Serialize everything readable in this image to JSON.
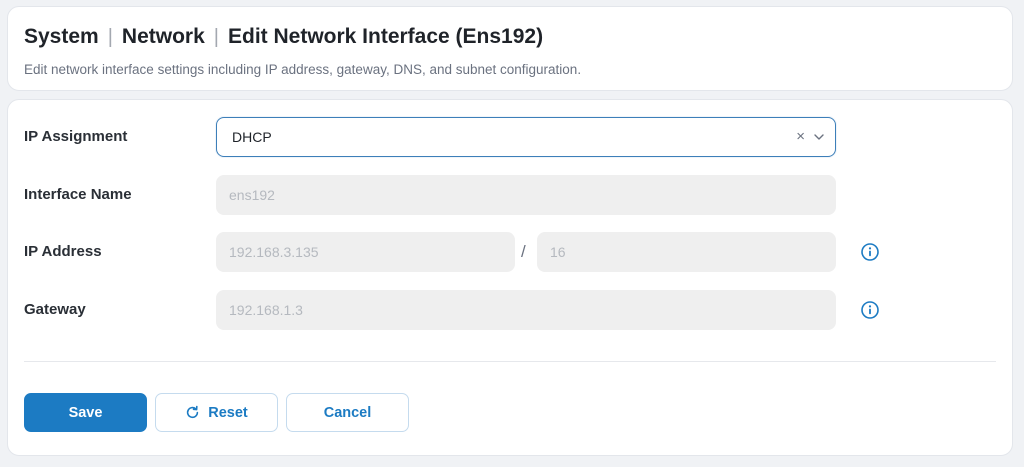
{
  "header": {
    "breadcrumb": [
      "System",
      "Network",
      "Edit Network Interface (Ens192)"
    ],
    "separator": "|",
    "subtitle": "Edit network interface settings including IP address, gateway, DNS, and subnet configuration."
  },
  "form": {
    "ip_assignment": {
      "label": "IP Assignment",
      "value": "DHCP",
      "clear_glyph": "×"
    },
    "interface_name": {
      "label": "Interface Name",
      "placeholder": "ens192"
    },
    "ip_address": {
      "label": "IP Address",
      "placeholder": "192.168.3.135",
      "separator": "/",
      "prefix_placeholder": "16"
    },
    "gateway": {
      "label": "Gateway",
      "placeholder": "192.168.1.3"
    }
  },
  "actions": {
    "save_label": "Save",
    "reset_label": "Reset",
    "cancel_label": "Cancel"
  },
  "colors": {
    "primary": "#1c7bc3",
    "background": "#f0f2f5",
    "disabled_field": "#efefef"
  },
  "icons": {
    "info": "info-circle-icon",
    "reset": "refresh-icon",
    "dropdown": "chevron-down-icon",
    "clear": "close-icon"
  }
}
